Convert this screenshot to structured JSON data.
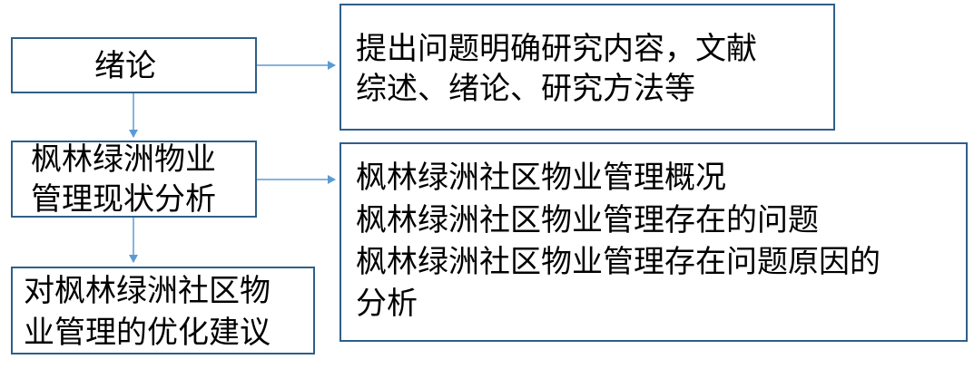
{
  "colors": {
    "border": "#2e5f8a",
    "arrow": "#5b9bd5",
    "text": "#000000"
  },
  "steps": [
    {
      "lines": [
        "绪论"
      ]
    },
    {
      "lines": [
        "枫林绿洲物业",
        "管理现状分析"
      ]
    },
    {
      "lines": [
        "对枫林绿洲社区物",
        "业管理的优化建议"
      ]
    }
  ],
  "details": [
    {
      "lines": [
        "提出问题明确研究内容，文献",
        "综述、绪论、研究方法等"
      ]
    },
    {
      "lines": [
        "枫林绿洲社区物业管理概况",
        "枫林绿洲社区物业管理存在的问题",
        "枫林绿洲社区物业管理存在问题原因的",
        "分析"
      ]
    }
  ]
}
